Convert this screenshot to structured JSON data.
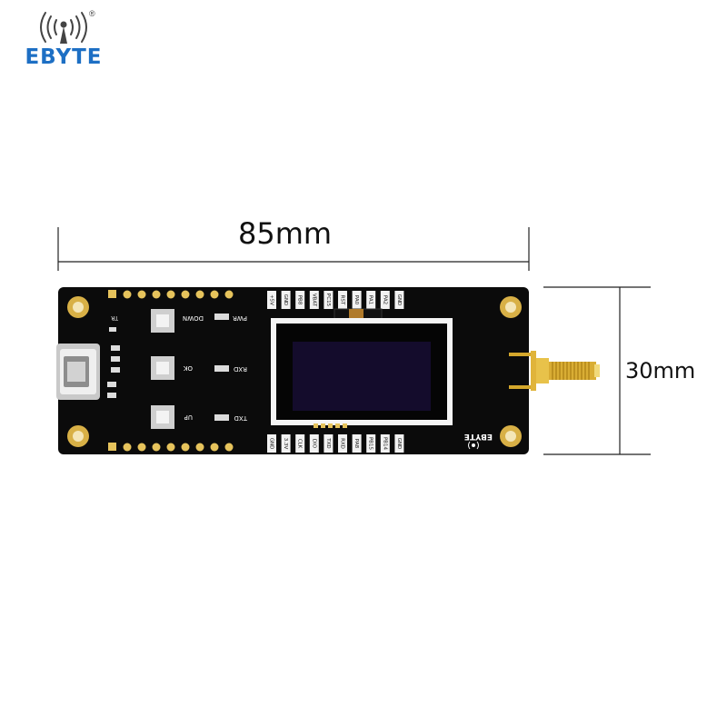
{
  "brand": {
    "name": "EBYTE",
    "registered_mark": "®",
    "color": "#1d6fc4"
  },
  "dimensions": {
    "width_label": "85mm",
    "height_label": "30mm"
  },
  "board": {
    "pcb_color": "#0b0b0b",
    "silkscreen_logo": "EBYTE",
    "labels": {
      "tr": "TR",
      "pwr": "PWR",
      "rxd": "RXD",
      "txd": "TXD",
      "down": "DOWN",
      "ok": "OK",
      "up": "UP"
    },
    "top_pins": [
      "+5V",
      "GND",
      "PB8",
      "VBAT",
      "PC15",
      "RST",
      "PA0",
      "PA1",
      "PA2",
      "GND"
    ],
    "bottom_pins": [
      "GND",
      "3.3V",
      "CLK",
      "DIO",
      "TXD",
      "RXD",
      "PA8",
      "PB15",
      "PB14",
      "GND"
    ]
  }
}
